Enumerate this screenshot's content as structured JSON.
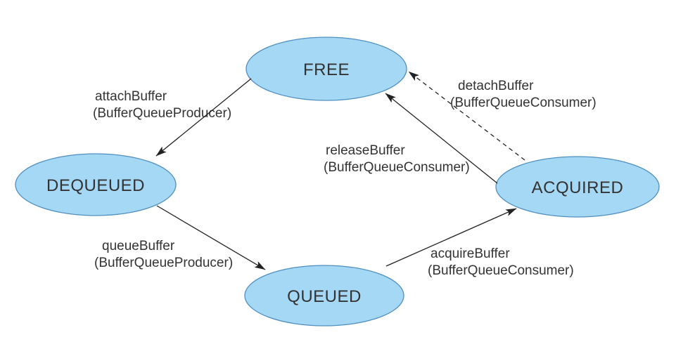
{
  "diagram": {
    "type": "state-transition-diagram",
    "nodes": {
      "free": {
        "label": "FREE"
      },
      "dequeued": {
        "label": "DEQUEUED"
      },
      "queued": {
        "label": "QUEUED"
      },
      "acquired": {
        "label": "ACQUIRED"
      }
    },
    "edges": {
      "attach": {
        "line1": "attachBuffer",
        "line2": "(BufferQueueProducer)",
        "from": "FREE",
        "to": "DEQUEUED",
        "style": "solid"
      },
      "queue": {
        "line1": "queueBuffer",
        "line2": "(BufferQueueProducer)",
        "from": "DEQUEUED",
        "to": "QUEUED",
        "style": "solid"
      },
      "acquire": {
        "line1": "acquireBuffer",
        "line2": "(BufferQueueConsumer)",
        "from": "QUEUED",
        "to": "ACQUIRED",
        "style": "solid"
      },
      "release": {
        "line1": "releaseBuffer",
        "line2": "(BufferQueueConsumer)",
        "from": "ACQUIRED",
        "to": "FREE",
        "style": "solid"
      },
      "detach": {
        "line1": "detachBuffer",
        "line2": "(BufferQueueConsumer)",
        "from": "ACQUIRED",
        "to": "FREE",
        "style": "dashed"
      }
    },
    "colors": {
      "node_fill": "#a5d8f5",
      "node_stroke": "#4f8fc0",
      "line": "#222222",
      "text": "#333333",
      "background": "#ffffff"
    }
  }
}
